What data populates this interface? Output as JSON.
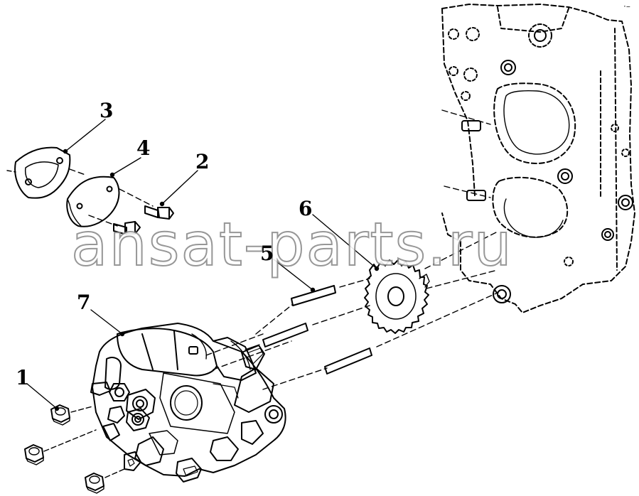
{
  "callouts": {
    "c1": "1",
    "c2": "2",
    "c3": "3",
    "c4": "4",
    "c5": "5",
    "c6": "6",
    "c7": "7"
  },
  "watermark": "ansat-parts.ru",
  "corner_mark": "·–"
}
